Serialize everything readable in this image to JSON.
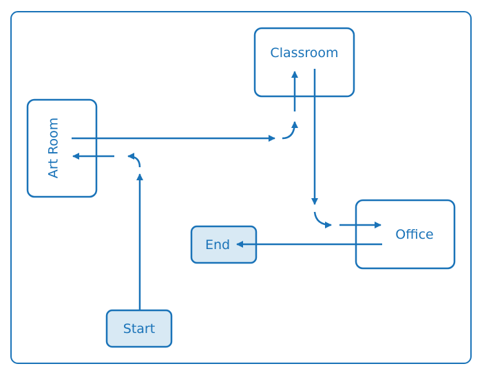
{
  "diagram": {
    "nodes": {
      "classroom": {
        "label": "Classroom"
      },
      "art_room": {
        "label": "Art Room"
      },
      "office": {
        "label": "Office"
      },
      "end": {
        "label": "End"
      },
      "start": {
        "label": "Start"
      }
    },
    "edges": [
      {
        "from": "start",
        "to": "art_room"
      },
      {
        "from": "art_room",
        "to": "classroom"
      },
      {
        "from": "classroom",
        "to": "office"
      },
      {
        "from": "office",
        "to": "end"
      }
    ]
  },
  "colors": {
    "stroke": "#1a73b8",
    "text": "#1a73b8",
    "terminal_fill": "#d8e9f4",
    "room_fill": "#ffffff",
    "background": "#ffffff"
  }
}
